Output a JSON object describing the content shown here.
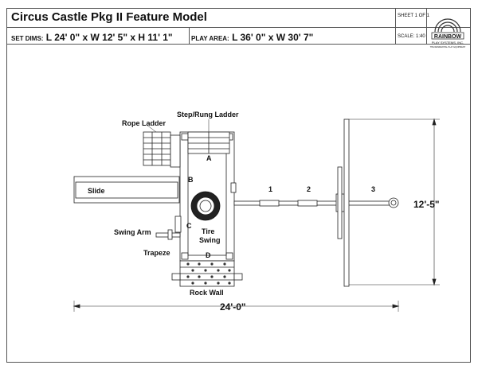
{
  "title_block": {
    "title": "Circus Castle Pkg II Feature Model",
    "set_dims_label": "SET DIMS:",
    "set_dims_value": "L 24' 0\" x W 12' 5\" x H 11' 1\"",
    "play_area_label": "PLAY AREA:",
    "play_area_value": "L 36' 0\" x W 30' 7\"",
    "sheet": "SHEET 1 OF 1",
    "scale": "SCALE: 1:40",
    "logo_text": "RAINBOW",
    "logo_sub": "PLAY SYSTEMS, INC.",
    "logo_tag": "THE RESIDENTIAL PLAY EQUIPMENT"
  },
  "labels": {
    "rope_ladder": "Rope Ladder",
    "step_rung_ladder": "Step/Rung Ladder",
    "slide": "Slide",
    "swing_arm": "Swing Arm",
    "trapeze": "Trapeze",
    "tire_swing_1": "Tire",
    "tire_swing_2": "Swing",
    "rock_wall": "Rock Wall",
    "a": "A",
    "b": "B",
    "c": "C",
    "d": "D",
    "n1": "1",
    "n2": "2",
    "n3": "3"
  },
  "dimensions": {
    "width": "12'-5\"",
    "length": "24'-0\""
  }
}
